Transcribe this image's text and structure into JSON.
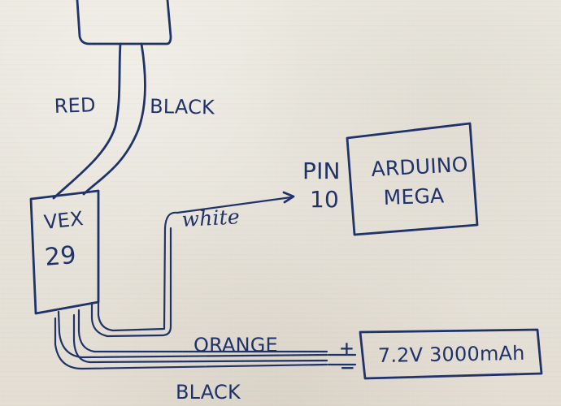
{
  "diagram": {
    "labels": {
      "red": "RED",
      "black_top": "BLACK",
      "pin": "PIN",
      "pin_number": "10",
      "arduino_line1": "ARDUINO",
      "arduino_line2": "MEGA",
      "white": "white",
      "vex_line1": "VEX",
      "vex_line2": "29",
      "orange": "ORANGE",
      "battery": "7.2V 3000mAh",
      "plus": "+",
      "minus": "−",
      "black_bottom": "BLACK"
    },
    "colors": {
      "ink": "#1f3268",
      "paper": "#e7e3da"
    }
  }
}
